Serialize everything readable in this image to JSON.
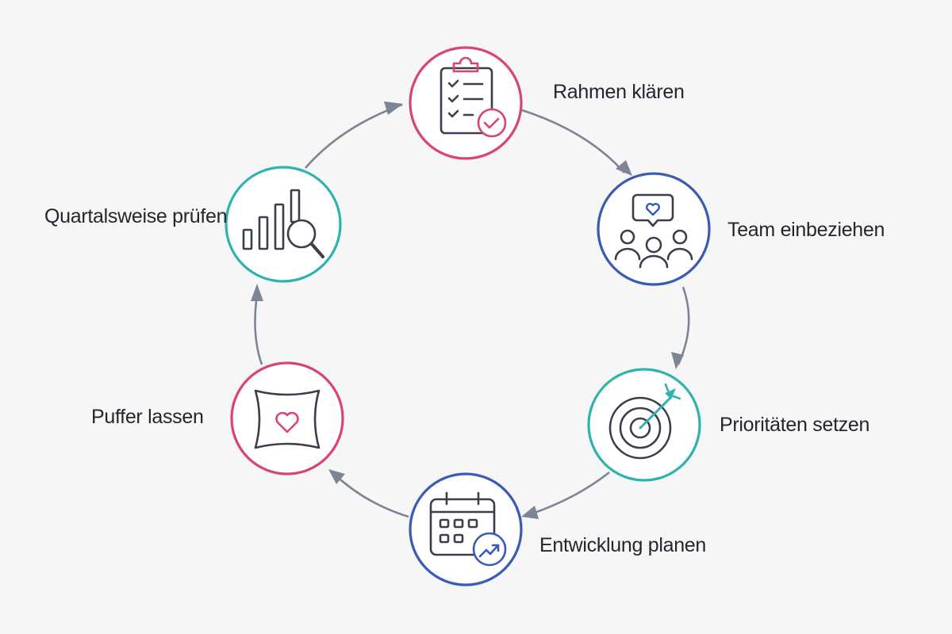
{
  "colors": {
    "background": "#f6f6f7",
    "pink": "#d94472",
    "blue": "#3a5bb5",
    "teal": "#2fb3ad",
    "connector": "#7d8594",
    "icon": "#3a3f4b"
  },
  "steps": [
    {
      "label": "Rahmen klären",
      "icon": "clipboard-check-icon",
      "color": "pink"
    },
    {
      "label": "Team einbeziehen",
      "icon": "team-heart-icon",
      "color": "blue"
    },
    {
      "label": "Prioritäten setzen",
      "icon": "target-arrow-icon",
      "color": "teal"
    },
    {
      "label": "Entwicklung planen",
      "icon": "calendar-growth-icon",
      "color": "blue"
    },
    {
      "label": "Puffer lassen",
      "icon": "pillow-heart-icon",
      "color": "pink"
    },
    {
      "label": "Quartalsweise prüfen",
      "icon": "chart-magnifier-icon",
      "color": "teal"
    }
  ]
}
